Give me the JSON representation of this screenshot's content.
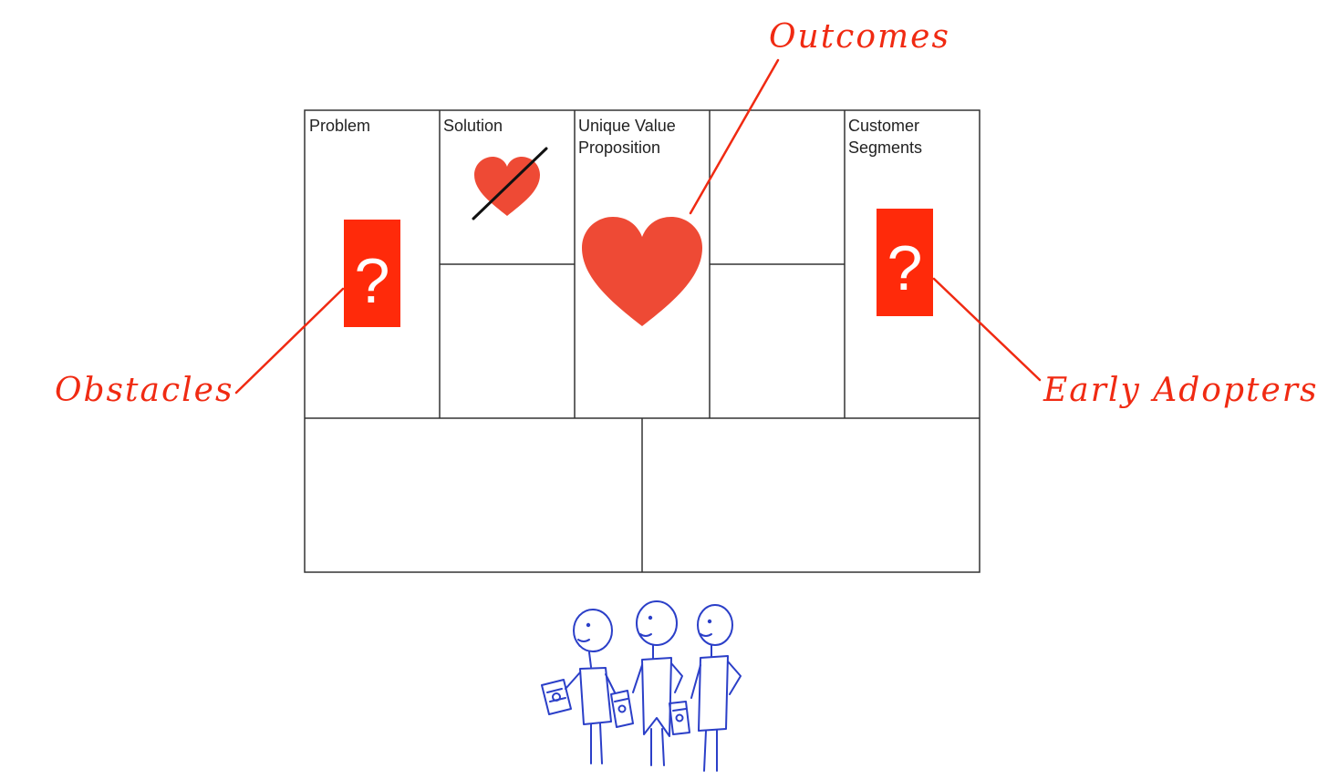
{
  "canvas": {
    "cells": [
      {
        "id": "problem",
        "lines": [
          "Problem"
        ]
      },
      {
        "id": "solution",
        "lines": [
          "Solution"
        ]
      },
      {
        "id": "uvp",
        "lines": [
          "Unique Value",
          "Proposition"
        ]
      },
      {
        "id": "customer-segments",
        "lines": [
          "Customer",
          "Segments"
        ]
      }
    ],
    "question_mark": "?"
  },
  "annotations": {
    "outcomes": "Outcomes",
    "obstacles": "Obstacles",
    "early_adopters": "Early Adopters"
  },
  "colors": {
    "accent": "#f02a12",
    "heart": "#ee4a35",
    "grid": "#333333",
    "sketch": "#2b3fc8"
  },
  "icons": [
    "heart-icon",
    "crossed-heart-icon",
    "question-card-icon",
    "stick-figures-sketch"
  ]
}
